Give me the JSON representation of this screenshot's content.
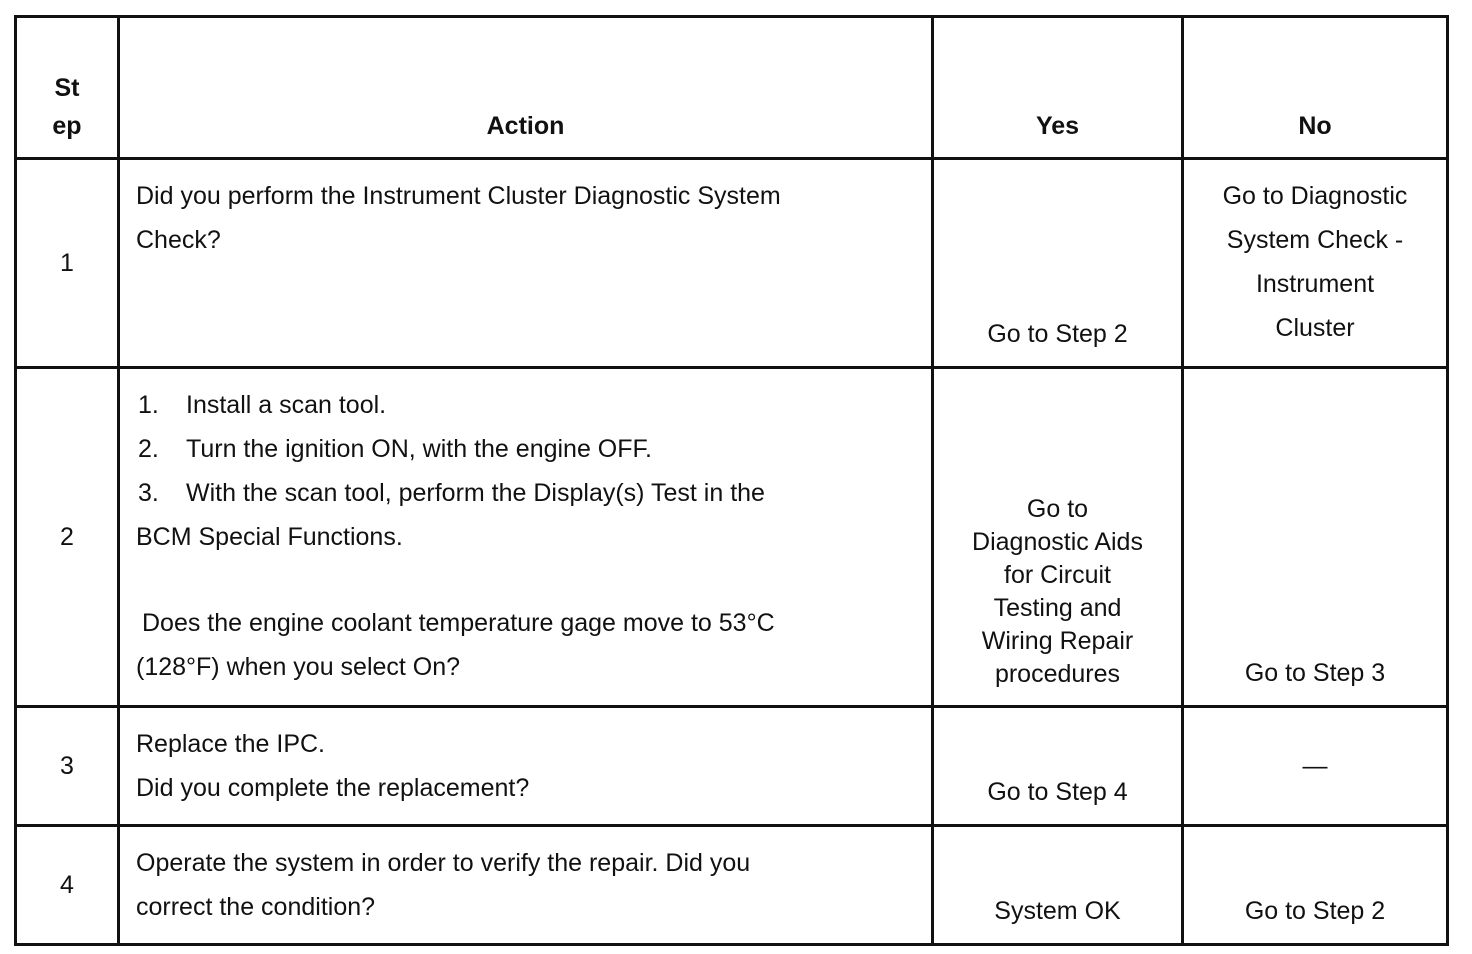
{
  "header": {
    "step": "St\nep",
    "action": "Action",
    "yes": "Yes",
    "no": "No"
  },
  "rows": [
    {
      "step": "1",
      "action_lines": [
        "Did you perform the Instrument Cluster Diagnostic System",
        "Check?"
      ],
      "yes": "Go to Step 2",
      "no_lines": [
        "Go to Diagnostic",
        "System Check -",
        "Instrument",
        "Cluster"
      ]
    },
    {
      "step": "2",
      "action_items": [
        {
          "num": "1.",
          "text": "Install a scan tool."
        },
        {
          "num": "2.",
          "text": "Turn the ignition ON, with the engine OFF."
        },
        {
          "num": "3.",
          "text": "With the scan tool, perform the Display(s) Test in the"
        }
      ],
      "action_continuation": "BCM Special Functions.",
      "action_question_lines": [
        "Does the engine coolant temperature gage move to 53°C",
        "(128°F) when you select On?"
      ],
      "yes_lines": [
        "Go to",
        "Diagnostic Aids",
        "for Circuit",
        "Testing  and",
        "Wiring Repair",
        "procedures"
      ],
      "no": "Go to Step 3"
    },
    {
      "step": "3",
      "action_lines": [
        "Replace the IPC.",
        "Did you complete the replacement?"
      ],
      "yes": "Go to Step 4",
      "no": "—"
    },
    {
      "step": "4",
      "action_lines": [
        "Operate the system in order to verify the repair. Did you",
        "correct the condition?"
      ],
      "yes": "System OK",
      "no": "Go to Step 2"
    }
  ]
}
